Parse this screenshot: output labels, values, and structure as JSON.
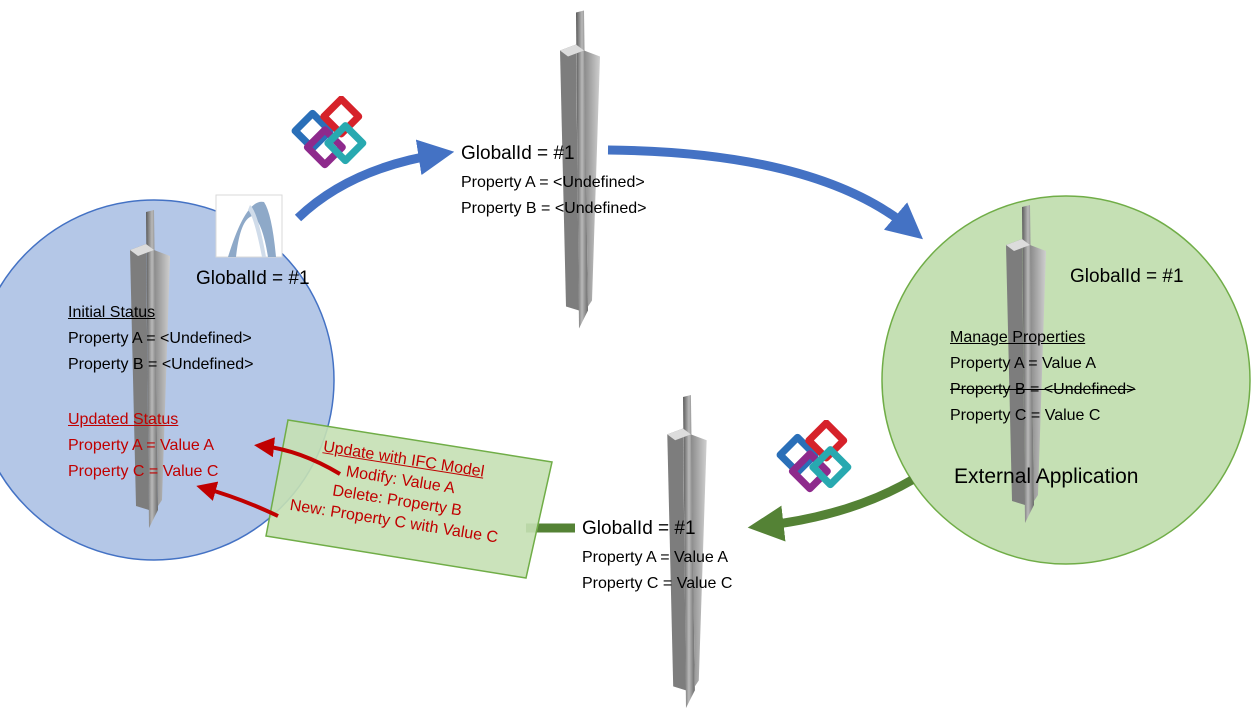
{
  "authoring_node": {
    "global_id": "GlobalId = #1",
    "initial_heading": "Initial Status",
    "initial_props": [
      "Property A = <Undefined>",
      "Property B = <Undefined>"
    ],
    "updated_heading": "Updated Status",
    "updated_props": [
      "Property A = Value A",
      "Property C = Value C"
    ]
  },
  "export_payload": {
    "global_id": "GlobalId = #1",
    "props": [
      "Property A = <Undefined>",
      "Property B = <Undefined>"
    ]
  },
  "external_node": {
    "global_id": "GlobalId = #1",
    "heading": "Manage Properties",
    "props": [
      "Property A = Value A",
      "Property B = <Undefined>",
      "Property C = Value C"
    ],
    "app_label": "External Application"
  },
  "return_payload": {
    "global_id": "GlobalId = #1",
    "props": [
      "Property A = Value A",
      "Property C = Value C"
    ]
  },
  "update_box": {
    "title": "Update with IFC Model",
    "lines": [
      "Modify: Value A",
      "Delete: Property B",
      "New: Property C with Value C"
    ]
  },
  "colors": {
    "authoring_circle_fill": "#b4c7e7",
    "authoring_circle_stroke": "#4472c4",
    "external_circle_fill": "#c5e0b4",
    "external_circle_stroke": "#70ad47",
    "export_arrow": "#4472c4",
    "return_arrow": "#548235",
    "update_arrow": "#c00000",
    "update_box_fill": "#c5e0b4",
    "highlight_text": "#c00000"
  },
  "icons": [
    "ifc-logo-icon",
    "authoring-app-icon",
    "steel-beam-icon"
  ]
}
